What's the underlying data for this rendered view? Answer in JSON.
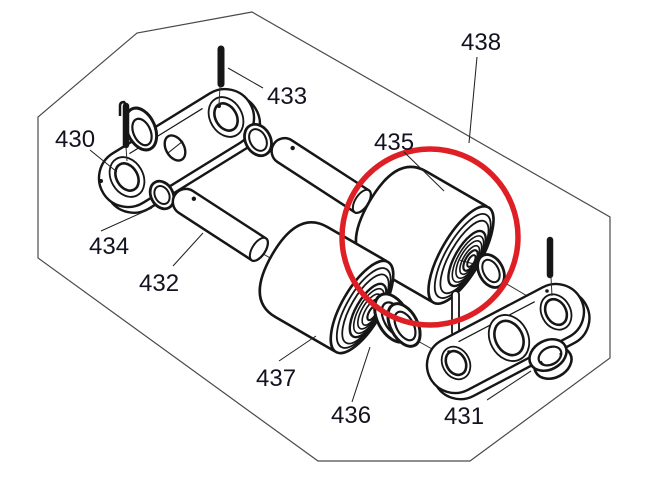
{
  "diagram": {
    "kind": "exploded-parts-diagram",
    "highlight": {
      "shape": "circle",
      "around_label": "435"
    },
    "labels": [
      {
        "text": "430"
      },
      {
        "text": "431"
      },
      {
        "text": "432"
      },
      {
        "text": "433"
      },
      {
        "text": "434"
      },
      {
        "text": "435"
      },
      {
        "text": "436"
      },
      {
        "text": "437"
      },
      {
        "text": "438"
      }
    ]
  },
  "colors": {
    "highlight_red": "#de2026",
    "line": "#161616",
    "border": "#4a4a4a",
    "label_text": "#121220",
    "background": "#ffffff"
  }
}
